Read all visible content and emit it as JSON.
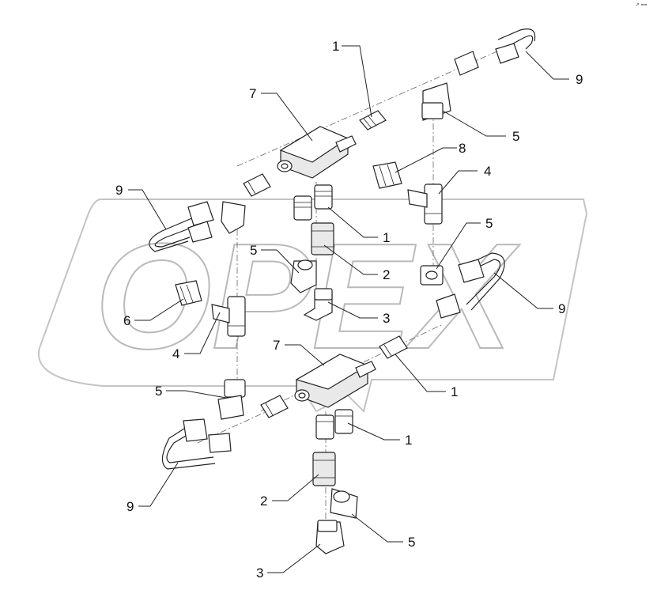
{
  "watermark": {
    "text": "OPEX"
  },
  "corner_mark": "↗ ▪▪▪",
  "callouts": [
    "1",
    "9",
    "7",
    "5",
    "8",
    "4",
    "9",
    "1",
    "5",
    "2",
    "5",
    "3",
    "9",
    "6",
    "4",
    "7",
    "1",
    "5",
    "1",
    "2",
    "9",
    "3",
    "5"
  ]
}
